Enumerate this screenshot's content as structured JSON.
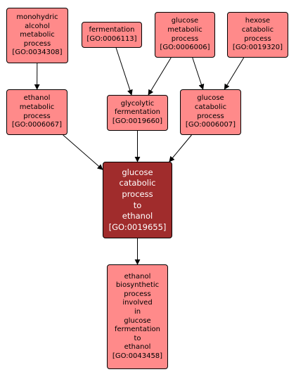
{
  "colors": {
    "node_fill": "#ff8a8a",
    "focus_fill": "#a02c2c",
    "border": "#000000",
    "edge": "#000000"
  },
  "nodes": {
    "go0034308": {
      "lines": [
        "monohydric",
        "alcohol",
        "metabolic",
        "process",
        "[GO:0034308]"
      ]
    },
    "go0006113": {
      "lines": [
        "fermentation",
        "[GO:0006113]"
      ]
    },
    "go0006006": {
      "lines": [
        "glucose",
        "metabolic",
        "process",
        "[GO:0006006]"
      ]
    },
    "go0019320": {
      "lines": [
        "hexose",
        "catabolic",
        "process",
        "[GO:0019320]"
      ]
    },
    "go0006067": {
      "lines": [
        "ethanol",
        "metabolic",
        "process",
        "[GO:0006067]"
      ]
    },
    "go0019660": {
      "lines": [
        "glycolytic",
        "fermentation",
        "[GO:0019660]"
      ]
    },
    "go0006007": {
      "lines": [
        "glucose",
        "catabolic",
        "process",
        "[GO:0006007]"
      ]
    },
    "go0019655": {
      "lines": [
        "glucose",
        "catabolic",
        "process",
        "to",
        "ethanol",
        "[GO:0019655]"
      ]
    },
    "go0043458": {
      "lines": [
        "ethanol",
        "biosynthetic",
        "process",
        "involved",
        "in",
        "glucose",
        "fermentation",
        "to",
        "ethanol",
        "[GO:0043458]"
      ]
    }
  },
  "edges": [
    {
      "from": "go0034308",
      "to": "go0006067"
    },
    {
      "from": "go0006113",
      "to": "go0019660"
    },
    {
      "from": "go0006006",
      "to": "go0019660"
    },
    {
      "from": "go0006006",
      "to": "go0006007"
    },
    {
      "from": "go0019320",
      "to": "go0006007"
    },
    {
      "from": "go0006067",
      "to": "go0019655"
    },
    {
      "from": "go0019660",
      "to": "go0019655"
    },
    {
      "from": "go0006007",
      "to": "go0019655"
    },
    {
      "from": "go0019655",
      "to": "go0043458"
    }
  ]
}
